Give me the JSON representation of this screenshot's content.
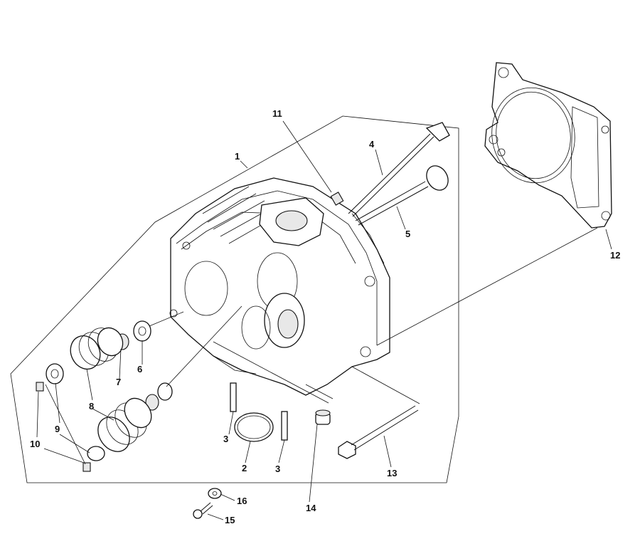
{
  "callouts": [
    {
      "id": "1",
      "part": "cylinder-head"
    },
    {
      "id": "2",
      "part": "o-ring"
    },
    {
      "id": "3a",
      "label": "3",
      "part": "dowel-pin"
    },
    {
      "id": "3b",
      "label": "3",
      "part": "dowel-pin"
    },
    {
      "id": "4",
      "part": "exhaust-valve"
    },
    {
      "id": "5",
      "part": "intake-valve"
    },
    {
      "id": "6",
      "part": "valve-spring-seat"
    },
    {
      "id": "7",
      "part": "valve-stem-seal"
    },
    {
      "id": "8a",
      "label": "8",
      "part": "valve-spring"
    },
    {
      "id": "9",
      "part": "valve-spring-retainer"
    },
    {
      "id": "10a",
      "label": "10",
      "part": "valve-cotter"
    },
    {
      "id": "11",
      "part": "stud-bolt"
    },
    {
      "id": "12",
      "part": "cylinder-head-gasket"
    },
    {
      "id": "13",
      "part": "long-bolt"
    },
    {
      "id": "14",
      "part": "plug"
    },
    {
      "id": "15",
      "part": "bolt"
    },
    {
      "id": "16",
      "part": "washer"
    }
  ]
}
